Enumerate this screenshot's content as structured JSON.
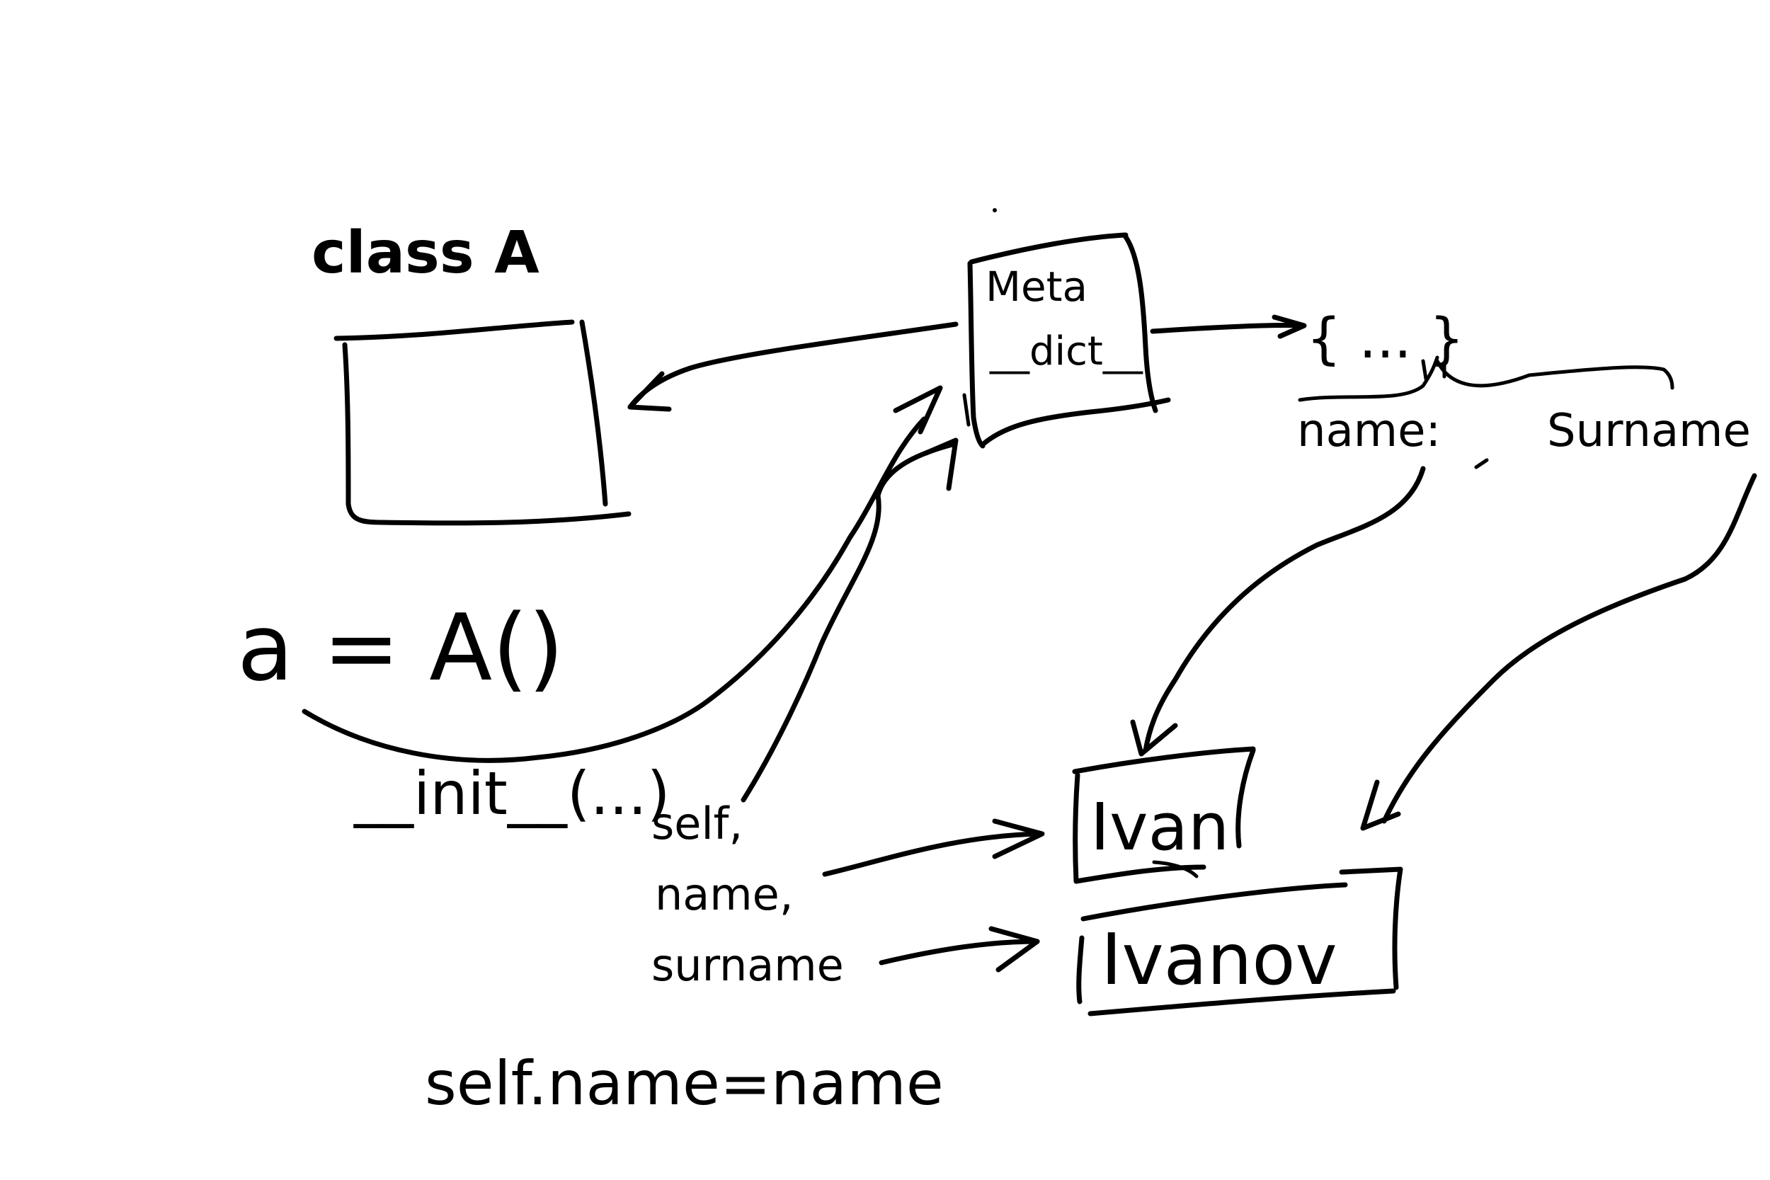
{
  "labels": {
    "class_title": "class A",
    "instantiation": "a = A()",
    "meta_title": "Meta",
    "meta_dict": "__dict__",
    "dict_literal": "{ ... }",
    "dict_key_name": "name:",
    "dict_key_surname": "Surname",
    "init_call": "__init__(...)",
    "param_self": "self,",
    "param_name": "name,",
    "param_surname": "surname",
    "value_name": "Ivan",
    "value_surname": "Ivanov",
    "assignment": "self.name=name"
  }
}
